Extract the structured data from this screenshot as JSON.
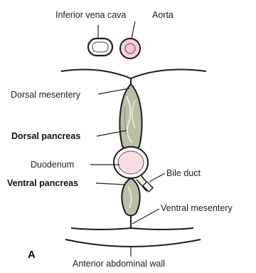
{
  "labels": {
    "inferior_vena_cava": "Inferior vena cava",
    "aorta": "Aorta",
    "dorsal_mesentery": "Dorsal mesentery",
    "dorsal_pancreas": "Dorsal pancreas",
    "duodenum": "Duodenum",
    "bile_duct": "Bile duct",
    "ventral_pancreas": "Ventral pancreas",
    "ventral_mesentery": "Ventral mesentery",
    "panel": "A",
    "anterior_abdominal_wall": "Anterior abdominal wall"
  },
  "colors": {
    "vessel_pink": "#f2c9cf",
    "aorta_fill": "#f6d2d8",
    "pancreas_fill": "#b7c0a4",
    "pancreas_streak": "#e8ecd9",
    "duodenum_fill": "#f8dde1",
    "line": "#1c1c1c"
  }
}
